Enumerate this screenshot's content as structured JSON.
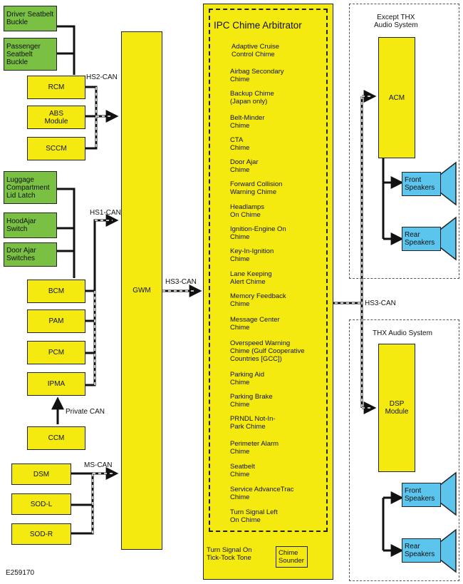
{
  "inputs_green": [
    {
      "id": "driver_seatbelt",
      "label": "Driver Seatbelt\nBuckle"
    },
    {
      "id": "passenger_seatbelt",
      "label": "Passenger\nSeatbelt\nBuckle"
    },
    {
      "id": "luggage_latch",
      "label": "Luggage\nCompartment\nLid Latch"
    },
    {
      "id": "hood_ajar",
      "label": "HoodAjar\nSwitch"
    },
    {
      "id": "door_ajar",
      "label": "Door Ajar\nSwitches"
    }
  ],
  "modules": {
    "rcm": "RCM",
    "abs": "ABS\nModule",
    "sccm": "SCCM",
    "bcm": "BCM",
    "pam": "PAM",
    "pcm": "PCM",
    "ipma": "IPMA",
    "ccm": "CCM",
    "dsm": "DSM",
    "sodl": "SOD-L",
    "sodr": "SOD-R",
    "gwm": "GWM",
    "acm": "ACM",
    "dsp": "DSP\nModule"
  },
  "bus_labels": {
    "hs2": "HS2-CAN",
    "hs1": "HS1-CAN",
    "hs3_left": "HS3-CAN",
    "hs3_right": "HS3-CAN",
    "private": "Private CAN",
    "ms": "MS-CAN"
  },
  "ipc": {
    "title": "IPC Chime Arbitrator",
    "items": [
      "Adaptive Cruise\nControl Chime",
      "Airbag Secondary\nChime",
      "Backup Chime\n(Japan only)",
      "Belt-Minder\nChime",
      "CTA\nChime",
      "Door Ajar\nChime",
      "Forward Collision\nWarning Chime",
      "Headlamps\nOn Chime",
      "Ignition-Engine On\nChime",
      "Key-In-Ignition\nChime",
      "Lane Keeping\nAlert Chime",
      "Memory Feedback\nChime",
      "Message Center\nChime",
      "Overspeed Warning\nChime (Gulf Cooperative\nCountries [GCC])",
      "Parking Aid\nChime",
      "Parking Brake\nChime",
      "PRNDL Not-In-\nPark Chime",
      "Perimeter Alarm\nChime",
      "Seatbelt\nChime",
      "Service AdvanceTrac\nChime",
      "Turn Signal Left\nOn Chime"
    ],
    "turn_signal": "Turn Signal On\nTick-Tock Tone",
    "chime_sounder": "Chime\nSounder"
  },
  "audio": {
    "except_thx": "Except THX\nAudio System",
    "thx": "THX Audio System",
    "front_speakers": "Front\nSpeakers",
    "rear_speakers": "Rear\nSpeakers"
  },
  "figure_id": "E259170",
  "colors": {
    "green": "#79c043",
    "yellow": "#f5ea0f",
    "blue": "#5bc5ee"
  }
}
